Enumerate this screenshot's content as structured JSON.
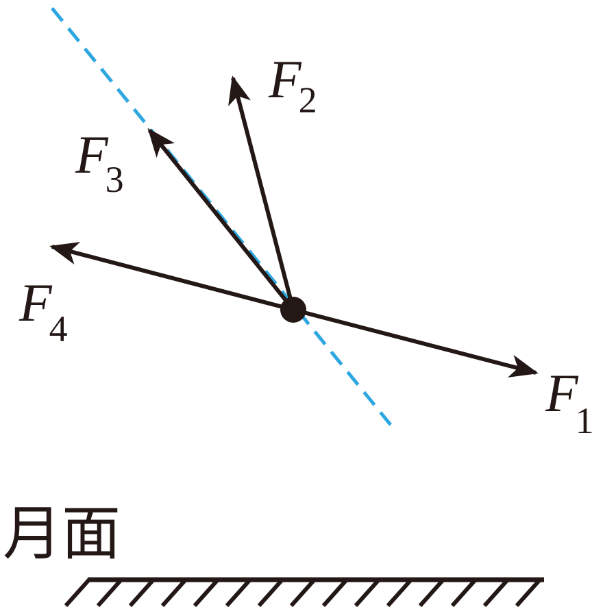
{
  "colors": {
    "ink": "#231815",
    "dashed_line": "#2ea7e0",
    "background": "#ffffff"
  },
  "vectors": [
    {
      "id": "F1",
      "main": "F",
      "sub": "1"
    },
    {
      "id": "F2",
      "main": "F",
      "sub": "2"
    },
    {
      "id": "F3",
      "main": "F",
      "sub": "3"
    },
    {
      "id": "F4",
      "main": "F",
      "sub": "4"
    }
  ],
  "surface": {
    "label": "月面"
  }
}
